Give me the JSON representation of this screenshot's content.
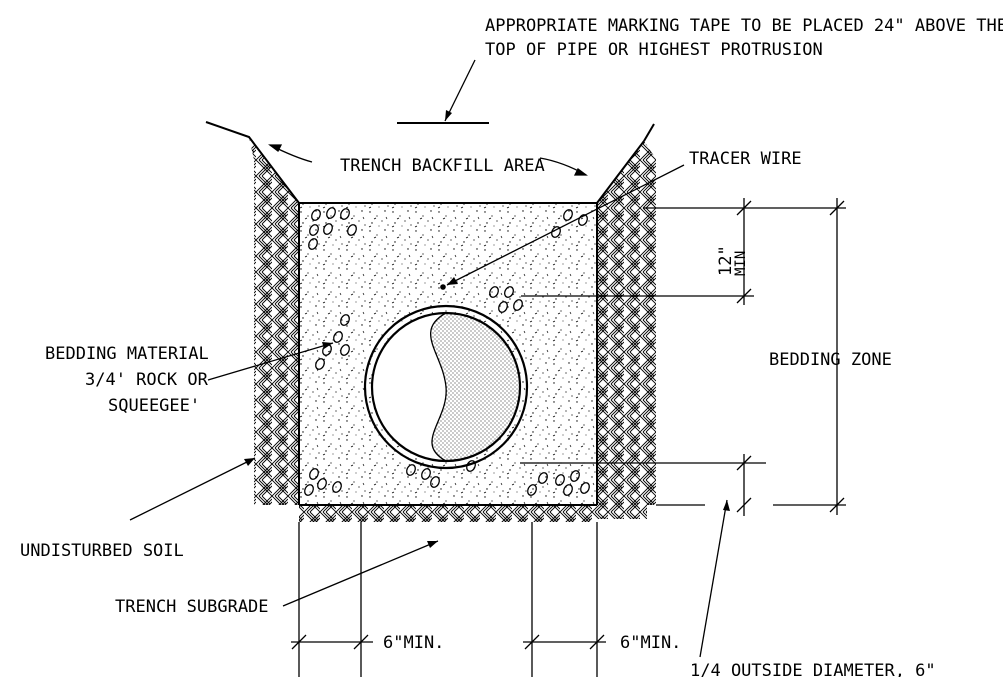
{
  "labels": {
    "marking_tape_line1": "APPROPRIATE MARKING TAPE TO BE PLACED 24\" ABOVE THE",
    "marking_tape_line2": "TOP OF PIPE OR HIGHEST PROTRUSION",
    "trench_backfill": "TRENCH BACKFILL AREA",
    "tracer_wire": "TRACER WIRE",
    "bedding_material_line1": "BEDDING MATERIAL",
    "bedding_material_line2": "3/4' ROCK OR",
    "bedding_material_line3": "SQUEEGEE'",
    "bedding_zone": "BEDDING ZONE",
    "cover_dim_value": "12\"",
    "cover_dim_suffix": "MIN",
    "undisturbed_soil": "UNDISTURBED SOIL",
    "trench_subgrade": "TRENCH SUBGRADE",
    "side_clearance_left": "6\"MIN.",
    "side_clearance_right": "6\"MIN.",
    "bedding_depth": "1/4 OUTSIDE DIAMETER,  6\""
  }
}
